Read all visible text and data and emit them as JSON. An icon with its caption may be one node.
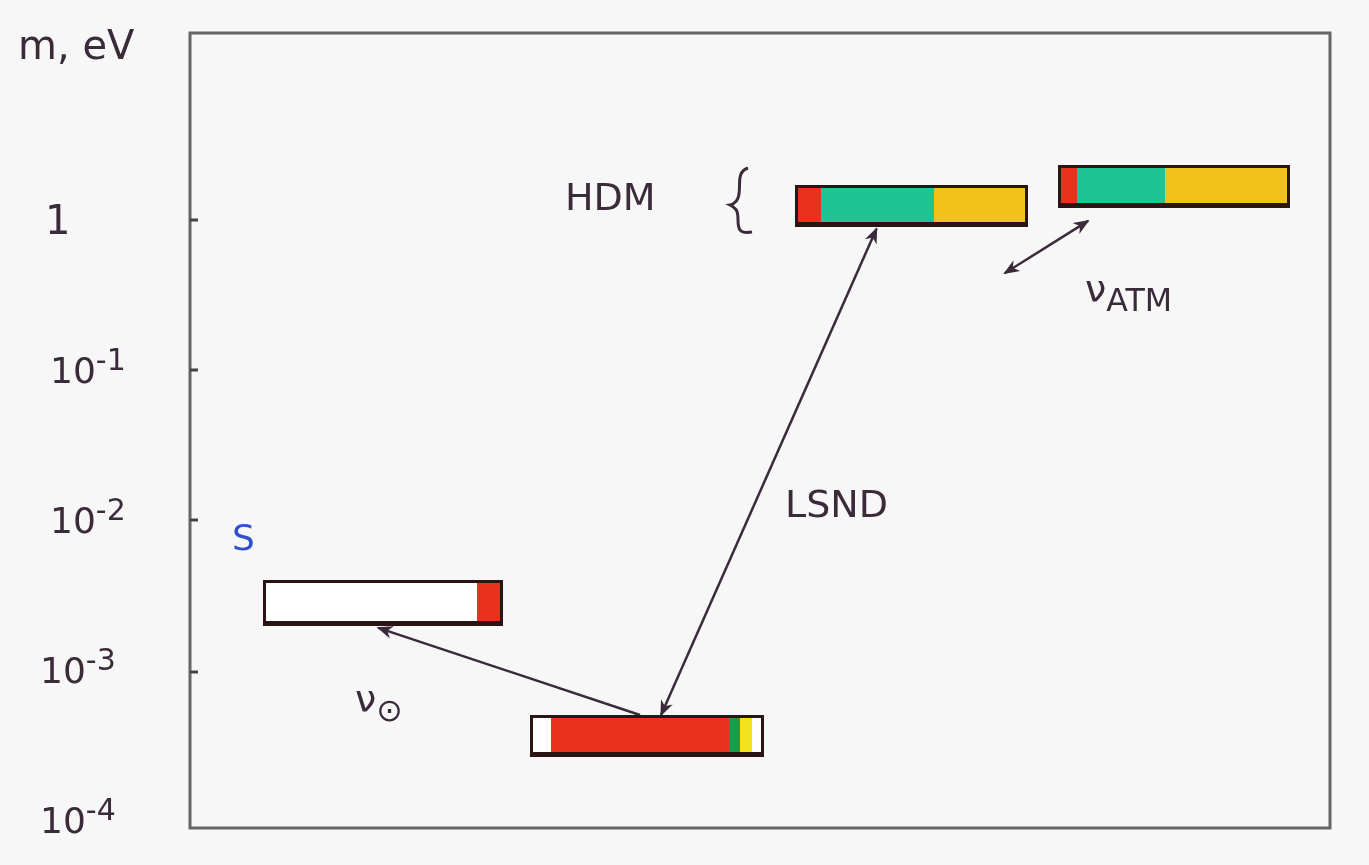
{
  "diagram": {
    "nodes": [
      {
        "text": [],
        "shape": "bar",
        "beside": [
          "HDM"
        ]
      },
      {
        "text": [],
        "shape": "bar"
      },
      {
        "text": [],
        "shape": "bar",
        "beside": [
          "S"
        ]
      },
      {
        "text": [],
        "shape": "bar"
      }
    ],
    "edges": [
      {
        "from": 3,
        "to": 2,
        "arrow": "to",
        "label": "ν$_{⊙}$"
      },
      {
        "from": 3,
        "to": 0,
        "arrow": "both",
        "label": "LSND"
      },
      {
        "from": 0,
        "to": 1,
        "arrow": "both",
        "label": "ν$_{ATM}$"
      }
    ],
    "labels": [
      "m, eV",
      "1",
      "10$^{-1}$",
      "10$^{-2}$",
      "10$^{-3}$",
      "10$^{-4}$"
    ]
  }
}
